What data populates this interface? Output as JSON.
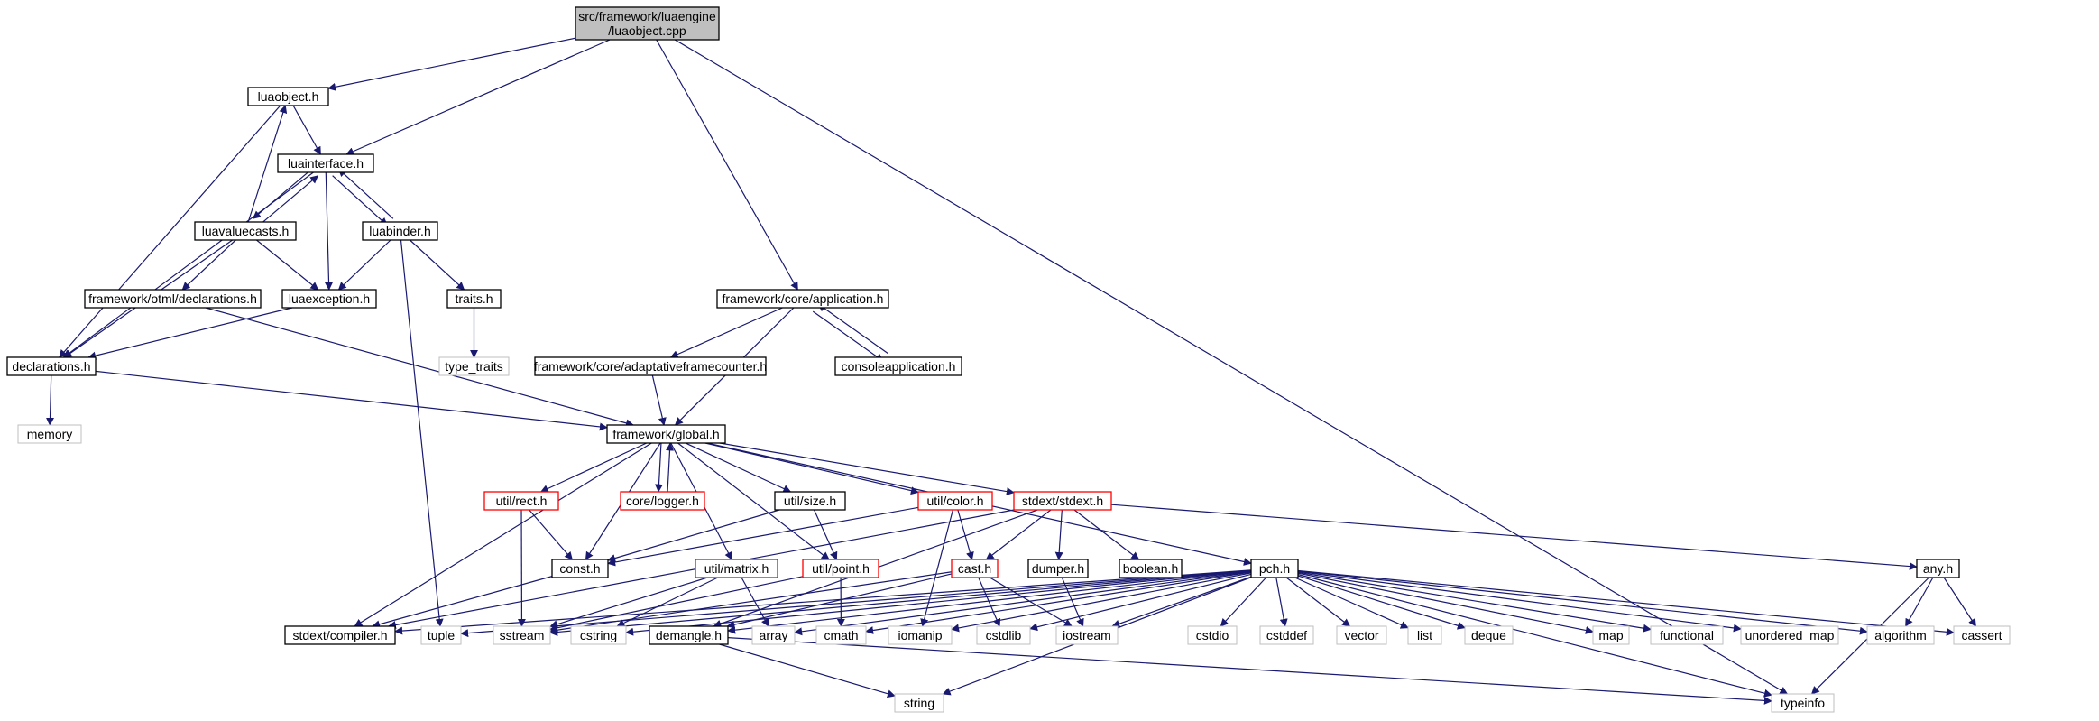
{
  "colors": {
    "edge": "#191970",
    "border_normal": "#000000",
    "border_truncated": "#ff0000",
    "border_external": "#bfbfbf",
    "fill_root": "#bfbfbf",
    "fill_node": "#ffffff"
  },
  "nodes": {
    "root": {
      "label": [
        "src/framework/luaengine",
        "/luaobject.cpp"
      ],
      "kind": "root"
    },
    "luaobject_h": {
      "label": [
        "luaobject.h"
      ],
      "kind": "normal"
    },
    "luainterface_h": {
      "label": [
        "luainterface.h"
      ],
      "kind": "normal"
    },
    "luavaluecasts_h": {
      "label": [
        "luavaluecasts.h"
      ],
      "kind": "normal"
    },
    "luabinder_h": {
      "label": [
        "luabinder.h"
      ],
      "kind": "normal"
    },
    "otml_declarations_h": {
      "label": [
        "framework/otml/declarations.h"
      ],
      "kind": "normal"
    },
    "luaexception_h": {
      "label": [
        "luaexception.h"
      ],
      "kind": "normal"
    },
    "traits_h": {
      "label": [
        "traits.h"
      ],
      "kind": "normal"
    },
    "type_traits": {
      "label": [
        "type_traits"
      ],
      "kind": "external"
    },
    "declarations_h": {
      "label": [
        "declarations.h"
      ],
      "kind": "normal"
    },
    "memory": {
      "label": [
        "memory"
      ],
      "kind": "external"
    },
    "application_h": {
      "label": [
        "framework/core/application.h"
      ],
      "kind": "normal"
    },
    "adaptativeframecounter_h": {
      "label": [
        "framework/core/adaptativeframecounter.h"
      ],
      "kind": "normal"
    },
    "consoleapplication_h": {
      "label": [
        "consoleapplication.h"
      ],
      "kind": "normal"
    },
    "global_h": {
      "label": [
        "framework/global.h"
      ],
      "kind": "normal"
    },
    "rect_h": {
      "label": [
        "util/rect.h"
      ],
      "kind": "truncated"
    },
    "logger_h": {
      "label": [
        "core/logger.h"
      ],
      "kind": "truncated"
    },
    "size_h": {
      "label": [
        "util/size.h"
      ],
      "kind": "normal"
    },
    "color_h": {
      "label": [
        "util/color.h"
      ],
      "kind": "truncated"
    },
    "stdext_h": {
      "label": [
        "stdext/stdext.h"
      ],
      "kind": "truncated"
    },
    "const_h": {
      "label": [
        "const.h"
      ],
      "kind": "normal"
    },
    "matrix_h": {
      "label": [
        "util/matrix.h"
      ],
      "kind": "truncated"
    },
    "point_h": {
      "label": [
        "util/point.h"
      ],
      "kind": "truncated"
    },
    "cast_h": {
      "label": [
        "cast.h"
      ],
      "kind": "truncated"
    },
    "dumper_h": {
      "label": [
        "dumper.h"
      ],
      "kind": "normal"
    },
    "boolean_h": {
      "label": [
        "boolean.h"
      ],
      "kind": "normal"
    },
    "pch_h": {
      "label": [
        "pch.h"
      ],
      "kind": "normal"
    },
    "any_h": {
      "label": [
        "any.h"
      ],
      "kind": "normal"
    },
    "compiler_h": {
      "label": [
        "stdext/compiler.h"
      ],
      "kind": "normal"
    },
    "tuple": {
      "label": [
        "tuple"
      ],
      "kind": "external"
    },
    "sstream": {
      "label": [
        "sstream"
      ],
      "kind": "external"
    },
    "cstring": {
      "label": [
        "cstring"
      ],
      "kind": "external"
    },
    "demangle_h": {
      "label": [
        "demangle.h"
      ],
      "kind": "normal"
    },
    "array": {
      "label": [
        "array"
      ],
      "kind": "external"
    },
    "cmath": {
      "label": [
        "cmath"
      ],
      "kind": "external"
    },
    "iomanip": {
      "label": [
        "iomanip"
      ],
      "kind": "external"
    },
    "cstdlib": {
      "label": [
        "cstdlib"
      ],
      "kind": "external"
    },
    "iostream": {
      "label": [
        "iostream"
      ],
      "kind": "external"
    },
    "cstdio": {
      "label": [
        "cstdio"
      ],
      "kind": "external"
    },
    "cstddef": {
      "label": [
        "cstddef"
      ],
      "kind": "external"
    },
    "vector": {
      "label": [
        "vector"
      ],
      "kind": "external"
    },
    "list": {
      "label": [
        "list"
      ],
      "kind": "external"
    },
    "deque": {
      "label": [
        "deque"
      ],
      "kind": "external"
    },
    "map": {
      "label": [
        "map"
      ],
      "kind": "external"
    },
    "functional": {
      "label": [
        "functional"
      ],
      "kind": "external"
    },
    "unordered_map": {
      "label": [
        "unordered_map"
      ],
      "kind": "external"
    },
    "algorithm": {
      "label": [
        "algorithm"
      ],
      "kind": "external"
    },
    "cassert": {
      "label": [
        "cassert"
      ],
      "kind": "external"
    },
    "string": {
      "label": [
        "string"
      ],
      "kind": "external"
    },
    "typeinfo": {
      "label": [
        "typeinfo"
      ],
      "kind": "external"
    }
  },
  "edges": [
    [
      "root",
      "luaobject_h"
    ],
    [
      "root",
      "luainterface_h"
    ],
    [
      "root",
      "application_h"
    ],
    [
      "root",
      "typeinfo"
    ],
    [
      "luaobject_h",
      "luainterface_h"
    ],
    [
      "luaobject_h",
      "declarations_h"
    ],
    [
      "luainterface_h",
      "luavaluecasts_h"
    ],
    [
      "luainterface_h",
      "luabinder_h"
    ],
    [
      "luainterface_h",
      "luaexception_h"
    ],
    [
      "luainterface_h",
      "declarations_h"
    ],
    [
      "luavaluecasts_h",
      "luaobject_h"
    ],
    [
      "luavaluecasts_h",
      "luainterface_h"
    ],
    [
      "luavaluecasts_h",
      "otml_declarations_h"
    ],
    [
      "luavaluecasts_h",
      "luaexception_h"
    ],
    [
      "luavaluecasts_h",
      "declarations_h"
    ],
    [
      "luabinder_h",
      "luainterface_h"
    ],
    [
      "luabinder_h",
      "luaexception_h"
    ],
    [
      "luabinder_h",
      "traits_h"
    ],
    [
      "luabinder_h",
      "tuple"
    ],
    [
      "traits_h",
      "type_traits"
    ],
    [
      "otml_declarations_h",
      "global_h"
    ],
    [
      "luaexception_h",
      "declarations_h"
    ],
    [
      "declarations_h",
      "memory"
    ],
    [
      "declarations_h",
      "global_h"
    ],
    [
      "application_h",
      "adaptativeframecounter_h"
    ],
    [
      "application_h",
      "consoleapplication_h"
    ],
    [
      "application_h",
      "global_h"
    ],
    [
      "consoleapplication_h",
      "application_h"
    ],
    [
      "adaptativeframecounter_h",
      "global_h"
    ],
    [
      "global_h",
      "compiler_h"
    ],
    [
      "global_h",
      "rect_h"
    ],
    [
      "global_h",
      "const_h"
    ],
    [
      "global_h",
      "logger_h"
    ],
    [
      "global_h",
      "size_h"
    ],
    [
      "global_h",
      "matrix_h"
    ],
    [
      "global_h",
      "point_h"
    ],
    [
      "global_h",
      "color_h"
    ],
    [
      "global_h",
      "stdext_h"
    ],
    [
      "global_h",
      "pch_h"
    ],
    [
      "logger_h",
      "global_h"
    ],
    [
      "rect_h",
      "const_h"
    ],
    [
      "rect_h",
      "sstream"
    ],
    [
      "size_h",
      "const_h"
    ],
    [
      "size_h",
      "point_h"
    ],
    [
      "color_h",
      "const_h"
    ],
    [
      "color_h",
      "cast_h"
    ],
    [
      "color_h",
      "iomanip"
    ],
    [
      "stdext_h",
      "compiler_h"
    ],
    [
      "stdext_h",
      "cast_h"
    ],
    [
      "stdext_h",
      "dumper_h"
    ],
    [
      "stdext_h",
      "boolean_h"
    ],
    [
      "stdext_h",
      "any_h"
    ],
    [
      "stdext_h",
      "demangle_h"
    ],
    [
      "const_h",
      "compiler_h"
    ],
    [
      "matrix_h",
      "array"
    ],
    [
      "matrix_h",
      "sstream"
    ],
    [
      "matrix_h",
      "cstring"
    ],
    [
      "point_h",
      "sstream"
    ],
    [
      "point_h",
      "cmath"
    ],
    [
      "cast_h",
      "demangle_h"
    ],
    [
      "cast_h",
      "sstream"
    ],
    [
      "cast_h",
      "cstdlib"
    ],
    [
      "cast_h",
      "iostream"
    ],
    [
      "dumper_h",
      "iostream"
    ],
    [
      "any_h",
      "algorithm"
    ],
    [
      "any_h",
      "cassert"
    ],
    [
      "any_h",
      "typeinfo"
    ],
    [
      "pch_h",
      "compiler_h"
    ],
    [
      "pch_h",
      "tuple"
    ],
    [
      "pch_h",
      "sstream"
    ],
    [
      "pch_h",
      "cstring"
    ],
    [
      "pch_h",
      "demangle_h"
    ],
    [
      "pch_h",
      "array"
    ],
    [
      "pch_h",
      "cmath"
    ],
    [
      "pch_h",
      "iomanip"
    ],
    [
      "pch_h",
      "cstdlib"
    ],
    [
      "pch_h",
      "iostream"
    ],
    [
      "pch_h",
      "cstdio"
    ],
    [
      "pch_h",
      "cstddef"
    ],
    [
      "pch_h",
      "vector"
    ],
    [
      "pch_h",
      "list"
    ],
    [
      "pch_h",
      "deque"
    ],
    [
      "pch_h",
      "map"
    ],
    [
      "pch_h",
      "functional"
    ],
    [
      "pch_h",
      "unordered_map"
    ],
    [
      "pch_h",
      "algorithm"
    ],
    [
      "pch_h",
      "cassert"
    ],
    [
      "pch_h",
      "string"
    ],
    [
      "pch_h",
      "typeinfo"
    ],
    [
      "demangle_h",
      "string"
    ],
    [
      "demangle_h",
      "typeinfo"
    ]
  ]
}
